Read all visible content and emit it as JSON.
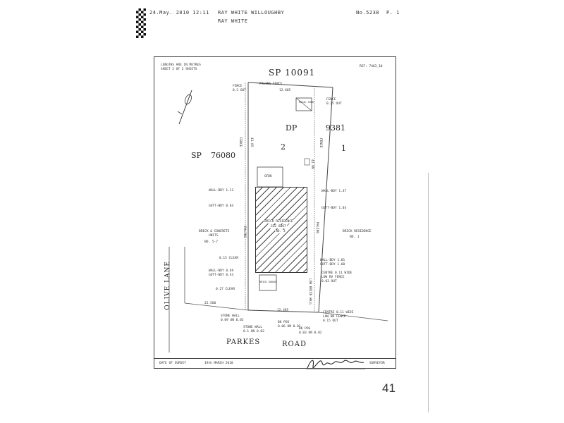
{
  "fax_header": {
    "date_time": "24.May. 2010 12:11",
    "sender": "RAY WHITE WILLOUGHBY",
    "sender_sub": "RAY WHITE",
    "number": "No.5238",
    "page": "P. 1"
  },
  "plan": {
    "note_line1": "LENGTHS ARE IN METRES",
    "note_line2": "SHEET 2 OF 2 SHEETS",
    "ref": "REF: 7463_10",
    "sp_top": "SP 10091",
    "dp_label": "DP",
    "dp_number": "9381",
    "lot_2": "2",
    "lot_1": "1",
    "sp_left": "SP",
    "sp_left_number": "76080",
    "olive_lane": "OLIVE LANE",
    "parkes": "PARKES",
    "road": "ROAD",
    "fence_left": "FENCE",
    "fence_left_val": "0.3 OUT",
    "paling_fence": "PALING FENCE",
    "top_dim": "12.605",
    "fence_right": "FENCE",
    "fence_right_val": "0.25 OUT",
    "metal_shed": "METAL SHED",
    "left_fence": "FENCE",
    "right_fence": "FENCE",
    "left_dim": "43.05",
    "right_dim": "42.99",
    "gfdk": "GFDK",
    "wall_bdy_left": "WALL-BDY 1.11",
    "gutt_bdy_left": "GUTT-BDY 0.84",
    "wall_bdy_right": "WALL-BDY 1.47",
    "gutt_bdy_right": "GUTT-BDY 1.03",
    "brick_concrete": "BRICK & CONCRETE",
    "units": "UNITS",
    "nos_left": "NO. 5-7",
    "brick_residence_right": "BRICK RESIDENCE",
    "no_1": "NO. 1",
    "res_line1": "BRICK RESIDENCE",
    "res_line2": "SLE 6067",
    "res_line3": "NO. 3",
    "paling_left": "PALING",
    "paling_right": "PALING",
    "clear_1": "0.15 CLEAR",
    "wall_bdy_l2": "WALL-BDY 0.69",
    "gutt_bdy_l2": "GUTT-BDY 0.43",
    "clear_2": "0.27 CLEAR",
    "wall_bdy_r2": "WALL-BDY 1.81",
    "gutt_bdy_r2": "GUTT-BDY 1.60",
    "centre_1": "CENTRE 0.11 WIDE",
    "low_fence_1": "LOW RV FENCE",
    "low_fence_1_val": "0.03 OUT",
    "brick_garage": "BRICK GARAGE",
    "low_brick_wall": "LOW BRICK WALL",
    "dim_bottom_left": "22.560",
    "dim_bottom_mid": "12.485",
    "stone_wall": "STONE WALL",
    "stone_wall_val": "0.09 ON 0.02",
    "stone_wall_2": "STONE WALL",
    "stone_wall_2_val": "0.1 ON 0.02",
    "bk_pos": "BK POS",
    "bk_pos_val": "0.06 ON 0.02",
    "bk_pos_2": "BK POS",
    "bk_pos_2_val": "0.03 ON 0.02",
    "centre_2": "CENTRE 0.11 WIDE",
    "low_fence_2": "LOW BK FENCE",
    "low_fence_2_val": "0.15 OUT",
    "survey_date_label": "DATE OF SURVEY",
    "survey_date": "19th MARCH 2010",
    "surveyor": "SURVEYOR"
  },
  "page_number": "41",
  "icons": {
    "north_arrow": "north-arrow-icon",
    "signature": "surveyor-signature"
  },
  "colors": {
    "ink": "#2a2a2a",
    "paper": "#ffffff"
  }
}
